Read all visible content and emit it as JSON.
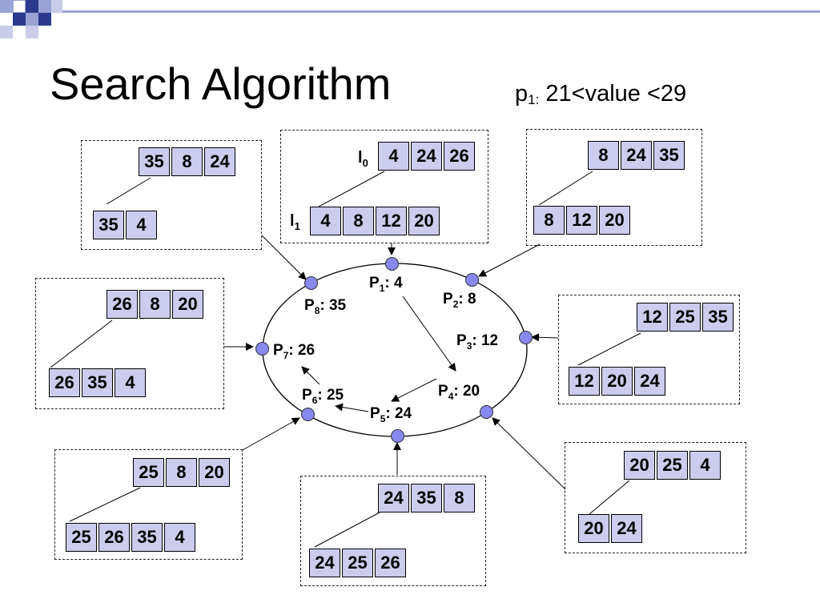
{
  "title": "Search Algorithm",
  "query": {
    "peer": "p",
    "peer_sub": "1:",
    "condition": " 21<value <29"
  },
  "ring_peers": [
    {
      "name": "P",
      "sub": "1",
      "id": ": 4"
    },
    {
      "name": "P",
      "sub": "2",
      "id": ": 8"
    },
    {
      "name": "P",
      "sub": "3",
      "id": ": 12"
    },
    {
      "name": "P",
      "sub": "4",
      "id": ": 20"
    },
    {
      "name": "P",
      "sub": "5",
      "id": ": 24"
    },
    {
      "name": "P",
      "sub": "6",
      "id": ": 25"
    },
    {
      "name": "P",
      "sub": "7",
      "id": ": 26"
    },
    {
      "name": "P",
      "sub": "8",
      "id": ": 35"
    }
  ],
  "level_labels": {
    "l0": "l",
    "l0_sub": "0",
    "l1": "l",
    "l1_sub": "1"
  },
  "tables": {
    "p1": {
      "top": [
        "4",
        "24",
        "26"
      ],
      "bottom": [
        "4",
        "8",
        "12",
        "20"
      ]
    },
    "p2": {
      "top": [
        "8",
        "24",
        "35"
      ],
      "bottom": [
        "8",
        "12",
        "20"
      ]
    },
    "p3": {
      "top": [
        "12",
        "25",
        "35"
      ],
      "bottom": [
        "12",
        "20",
        "24"
      ]
    },
    "p4": {
      "top": [
        "20",
        "25",
        "4"
      ],
      "bottom": [
        "20",
        "24"
      ]
    },
    "p5": {
      "top": [
        "24",
        "35",
        "8"
      ],
      "bottom": [
        "24",
        "25",
        "26"
      ]
    },
    "p6": {
      "top": [
        "25",
        "8",
        "20"
      ],
      "bottom": [
        "25",
        "26",
        "35",
        "4"
      ]
    },
    "p7": {
      "top": [
        "26",
        "8",
        "20"
      ],
      "bottom": [
        "26",
        "35",
        "4"
      ]
    },
    "p8": {
      "top": [
        "35",
        "8",
        "24"
      ],
      "bottom": [
        "35",
        "4"
      ]
    }
  },
  "colors": {
    "cell_fill": "#ccccee",
    "node_fill": "#8888ee",
    "deco_dark": "#2b3a8c",
    "deco_light": "#9aa3d6"
  }
}
